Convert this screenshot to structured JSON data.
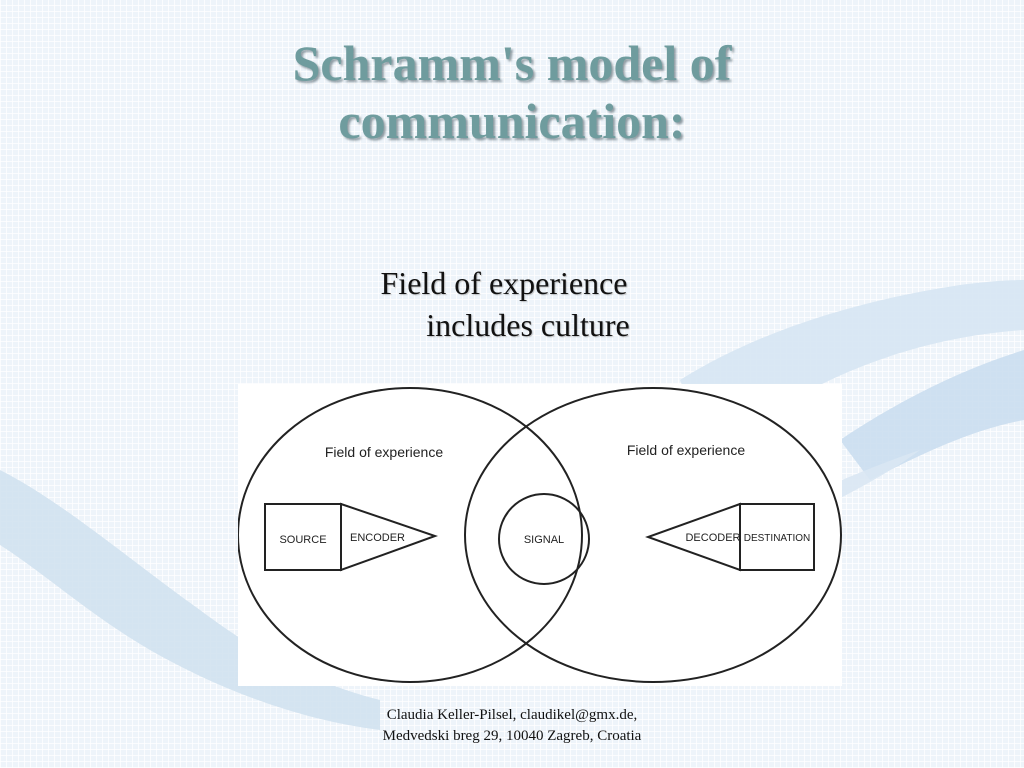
{
  "slide": {
    "title_line1": "Schramm's model of",
    "title_line2": "communication:",
    "subtitle_line1": "Field of  experience",
    "subtitle_line2": "includes culture",
    "title_color": "#6f9c9e",
    "background_color": "#eef4fa"
  },
  "diagram": {
    "left_field_label": "Field of experience",
    "right_field_label": "Field of experience",
    "source_label": "SOURCE",
    "encoder_label": "ENCODER",
    "signal_label": "SIGNAL",
    "decoder_label": "DECODER",
    "destination_label": "DESTINATION"
  },
  "footer": {
    "line1": "Claudia Keller-Pilsel,  claudikel@gmx.de,",
    "line2": "Medvedski breg 29, 10040 Zagreb, Croatia"
  }
}
